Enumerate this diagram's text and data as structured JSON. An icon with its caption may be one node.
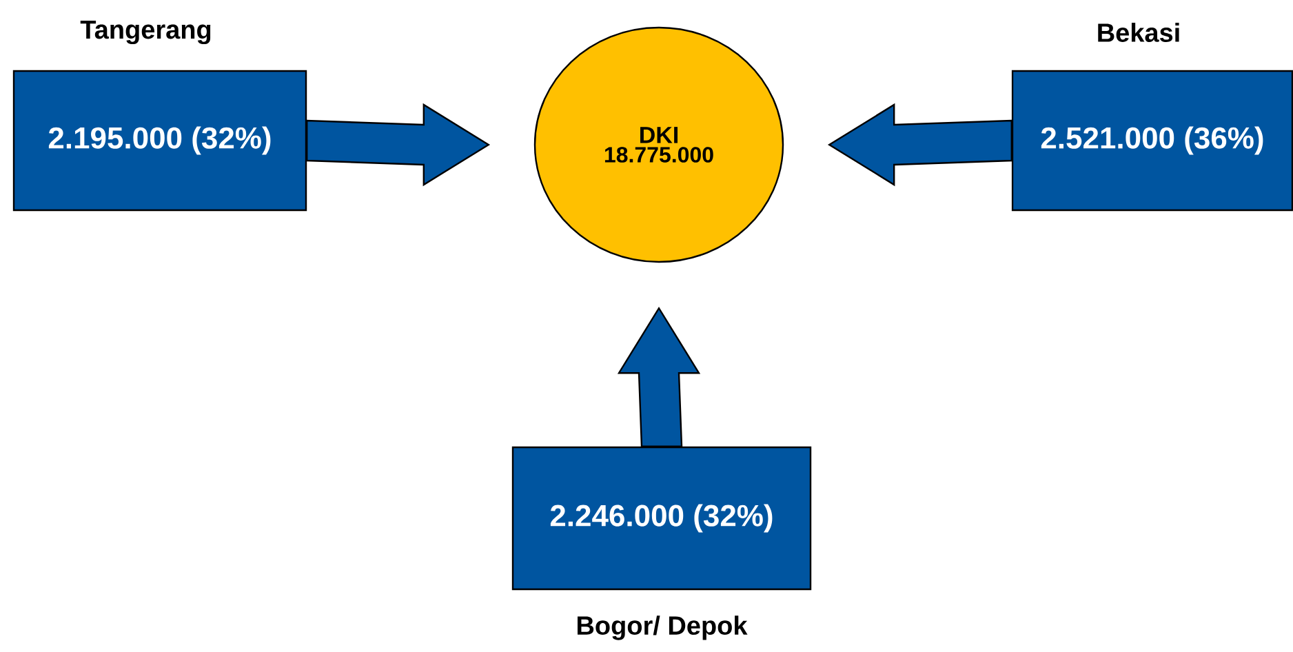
{
  "diagram": {
    "nodes": [
      {
        "text": [
          "Tangerang",
          "2.195.000 (32%)"
        ]
      },
      {
        "text": [
          "DKI",
          "18.775.000"
        ]
      },
      {
        "text": [
          "Bekasi",
          "2.521.000 (36%)"
        ]
      },
      {
        "text": [
          "2.246.000 (32%)",
          "Bogor/ Depok"
        ]
      }
    ],
    "edges": [
      {
        "from": 0,
        "to": 1,
        "arrow": "to"
      },
      {
        "from": 2,
        "to": 1,
        "arrow": "to"
      },
      {
        "from": 3,
        "to": 1,
        "arrow": "to"
      }
    ]
  }
}
